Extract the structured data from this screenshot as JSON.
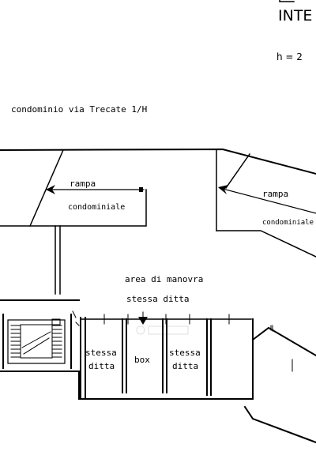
{
  "header": {
    "title_line_1": "INTE",
    "height_note": "h = 2"
  },
  "address": "condominio via Trecate 1/H",
  "ramps": [
    {
      "line1": "rampa",
      "line2": "condominiale"
    },
    {
      "line1": "rampa",
      "line2": "condominiale"
    }
  ],
  "maneuver_area": {
    "line1": "area di manovra",
    "line2": "stessa ditta"
  },
  "units": [
    {
      "line1": "stessa",
      "line2": "ditta"
    },
    {
      "line1": "box"
    },
    {
      "line1": "stessa",
      "line2": "ditta"
    }
  ]
}
